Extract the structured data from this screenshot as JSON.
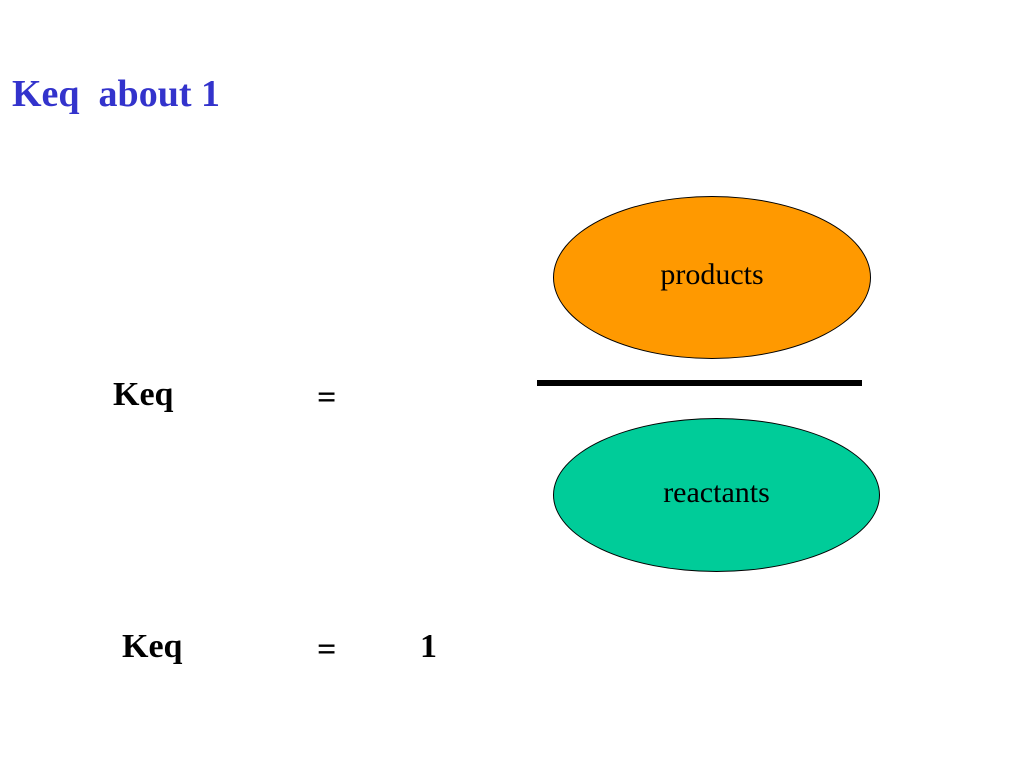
{
  "title": "Keq  about 1",
  "equation_general": {
    "lhs": "Keq",
    "equals": "=",
    "numerator": {
      "label": "products",
      "color": "#ff9900"
    },
    "denominator": {
      "label": "reactants",
      "color": "#00cc99"
    }
  },
  "equation_value": {
    "lhs": "Keq",
    "equals": "=",
    "value": "1"
  },
  "colors": {
    "title": "#3333cc",
    "text": "#000000",
    "fraction_bar": "#000000"
  }
}
